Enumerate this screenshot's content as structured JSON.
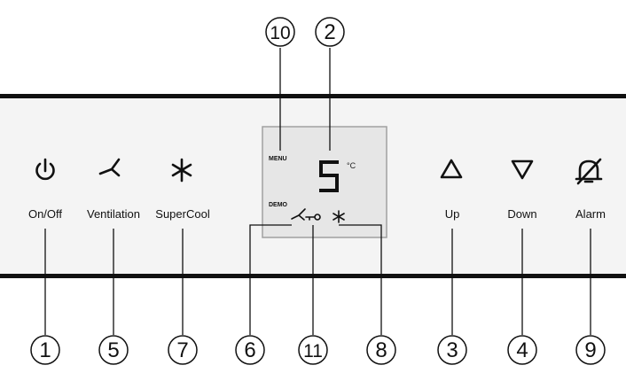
{
  "panel": {
    "buttons": [
      {
        "id": "onoff",
        "label": "On/Off",
        "icon": "power-icon"
      },
      {
        "id": "ventilation",
        "label": "Ventilation",
        "icon": "fan-icon"
      },
      {
        "id": "supercool",
        "label": "SuperCool",
        "icon": "snowflake-icon"
      },
      {
        "id": "up",
        "label": "Up",
        "icon": "triangle-up-icon"
      },
      {
        "id": "down",
        "label": "Down",
        "icon": "triangle-down-icon"
      },
      {
        "id": "alarm",
        "label": "Alarm",
        "icon": "alarm-off-icon"
      }
    ]
  },
  "display": {
    "menu_label": "MENU",
    "demo_label": "DEMO",
    "temperature": "5",
    "unit": "°C",
    "background": "#e6e6e6"
  },
  "callouts": [
    "1",
    "2",
    "3",
    "4",
    "5",
    "6",
    "7",
    "8",
    "9",
    "10",
    "11"
  ],
  "colors": {
    "panel_fill": "#f4f4f4",
    "panel_border": "#111111",
    "display_border": "#a0a0a0"
  }
}
